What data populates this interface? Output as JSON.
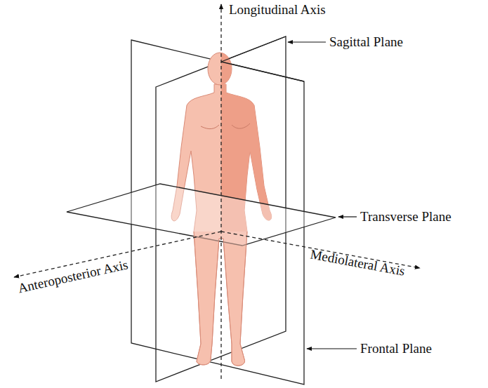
{
  "diagram": {
    "labels": [
      "Longitudinal Axis",
      "Sagittal Plane",
      "Transverse Plane",
      "Anteroposterior Axis",
      "Mediolateral Axis",
      "Frontal Plane"
    ]
  }
}
